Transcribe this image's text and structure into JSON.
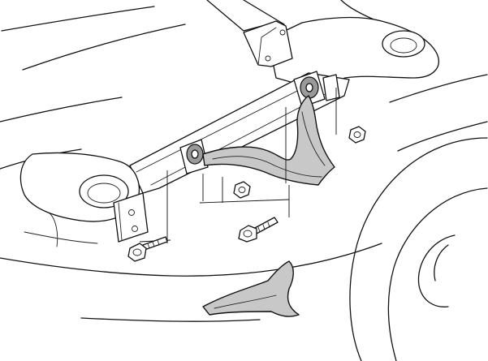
{
  "figure": {
    "background": "#ffffff",
    "line_color": "#111111",
    "highlight_fill": "#c8c8c8",
    "components": [
      {
        "name": "subframe",
        "icon": "crossmember-outline"
      },
      {
        "name": "control-arm",
        "highlighted": true
      },
      {
        "name": "bushing-front"
      },
      {
        "name": "bushing-rear"
      },
      {
        "name": "mounting-bolt-left"
      },
      {
        "name": "mounting-bolt-center"
      },
      {
        "name": "nut-center"
      },
      {
        "name": "nut-right"
      },
      {
        "name": "cover-plate",
        "highlighted": true
      },
      {
        "name": "wheel-outline"
      }
    ]
  }
}
